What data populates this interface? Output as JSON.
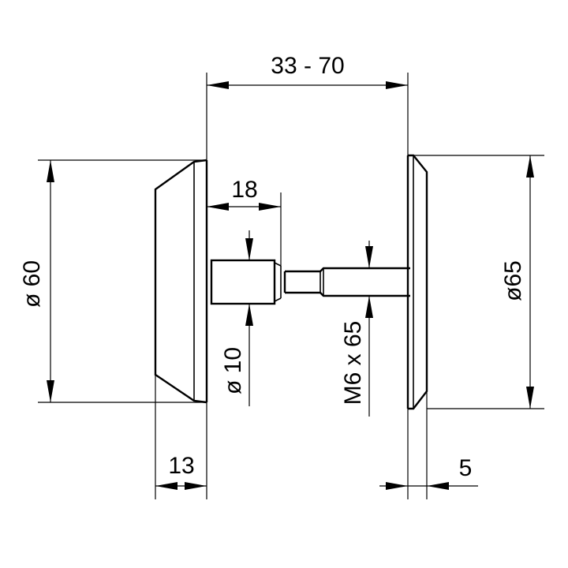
{
  "drawing": {
    "labels": {
      "overall_length": "33 - 70",
      "left_diameter": "ø 60",
      "right_diameter": "ø65",
      "spindle_length": "18",
      "spindle_diameter": "ø 10",
      "thread": "M6 x 65",
      "left_depth": "13",
      "right_depth": "5"
    }
  }
}
